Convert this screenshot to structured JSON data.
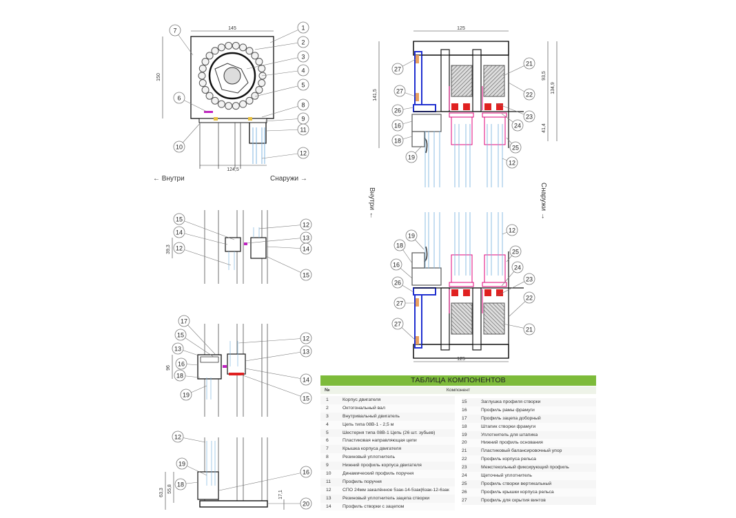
{
  "views": {
    "motor": {
      "callouts": [
        "1",
        "2",
        "3",
        "4",
        "5",
        "7",
        "6",
        "8",
        "9",
        "11",
        "10",
        "12"
      ],
      "dims": {
        "width": "145",
        "height": "150",
        "bottom": "124,5"
      }
    },
    "detail_mid": {
      "callouts": [
        "15",
        "14",
        "12",
        "12",
        "13",
        "14",
        "15"
      ],
      "dims": {
        "height": "39,3"
      }
    },
    "detail_low": {
      "callouts": [
        "17",
        "15",
        "13",
        "16",
        "18",
        "19",
        "12",
        "13",
        "14",
        "15"
      ],
      "dims": {
        "height": "96"
      }
    },
    "detail_base": {
      "callouts": [
        "12",
        "19",
        "18",
        "16",
        "20"
      ],
      "dims": {
        "total": "63,3",
        "inner": "55,8",
        "base": "17,1"
      }
    },
    "rail_top": {
      "callouts": [
        "27",
        "27",
        "26",
        "16",
        "18",
        "19",
        "21",
        "22",
        "23",
        "24",
        "25",
        "12"
      ],
      "dims": {
        "width": "125",
        "left": "141,5",
        "upper": "93,5",
        "total": "134,9",
        "lower": "41,4"
      }
    },
    "rail_bottom": {
      "callouts": [
        "19",
        "18",
        "16",
        "26",
        "27",
        "27",
        "12",
        "25",
        "24",
        "23",
        "22",
        "21"
      ],
      "dims": {
        "width": "125"
      }
    }
  },
  "side_labels": {
    "inside": "← Внутри",
    "outside": "Снаружи →",
    "inside_rot": "Внутри ←",
    "outside_rot": "Снаружи →"
  },
  "table": {
    "title": "ТАБЛИЦА КОМПОНЕНТОВ",
    "col_no": "№",
    "col_component": "Компонент",
    "left": [
      {
        "n": "1",
        "t": "Корпус двигателя"
      },
      {
        "n": "2",
        "t": "Октогональный вал"
      },
      {
        "n": "3",
        "t": "Внутривальный двигатель"
      },
      {
        "n": "4",
        "t": "Цепь типа 08В-1 - 2,5 м"
      },
      {
        "n": "5",
        "t": "Шестерня типа 08В-1 Цепь (26 шт. зубьев)"
      },
      {
        "n": "6",
        "t": "Пластиковая направляющая цепи"
      },
      {
        "n": "7",
        "t": "Крышка корпуса двигателя"
      },
      {
        "n": "8",
        "t": "Резиновый уплотнитель"
      },
      {
        "n": "9",
        "t": "Нижний профиль корпуса двигателя"
      },
      {
        "n": "10",
        "t": "Динамический профиль поручня"
      },
      {
        "n": "11",
        "t": "Профиль поручня"
      },
      {
        "n": "12",
        "t": "СПО 24мм закалённое 5зак-14-5зак|6зак-12-6зак"
      },
      {
        "n": "13",
        "t": "Резиновый уплотнитель зацепа створки"
      },
      {
        "n": "14",
        "t": "Профиль створки с зацепом"
      }
    ],
    "right": [
      {
        "n": "15",
        "t": "Заглушка профиля створки"
      },
      {
        "n": "16",
        "t": "Профиль рамы фрамуги"
      },
      {
        "n": "17",
        "t": "Профиль зацепа доборный"
      },
      {
        "n": "18",
        "t": "Штапик створки фрамуги"
      },
      {
        "n": "19",
        "t": "Уплотнитель для штапика"
      },
      {
        "n": "20",
        "t": "Нижний профиль основания"
      },
      {
        "n": "21",
        "t": "Пластиковый балансировочный упор"
      },
      {
        "n": "22",
        "t": "Профиль корпуса рельса"
      },
      {
        "n": "23",
        "t": "Межстекольный фиксирующий профиль"
      },
      {
        "n": "24",
        "t": "Щеточный уплотнитель"
      },
      {
        "n": "25",
        "t": "Профиль створки вертикальный"
      },
      {
        "n": "26",
        "t": "Профиль крышки корпуса рельса"
      },
      {
        "n": "27",
        "t": "Профиль для скрытия винтов"
      }
    ]
  },
  "colors": {
    "table_header": "#7dbb3a",
    "glass": "#7fb6e0",
    "seal": "#e0007a",
    "brush": "#e02020",
    "cover": "#1f2fd0",
    "gear": "#555555"
  }
}
